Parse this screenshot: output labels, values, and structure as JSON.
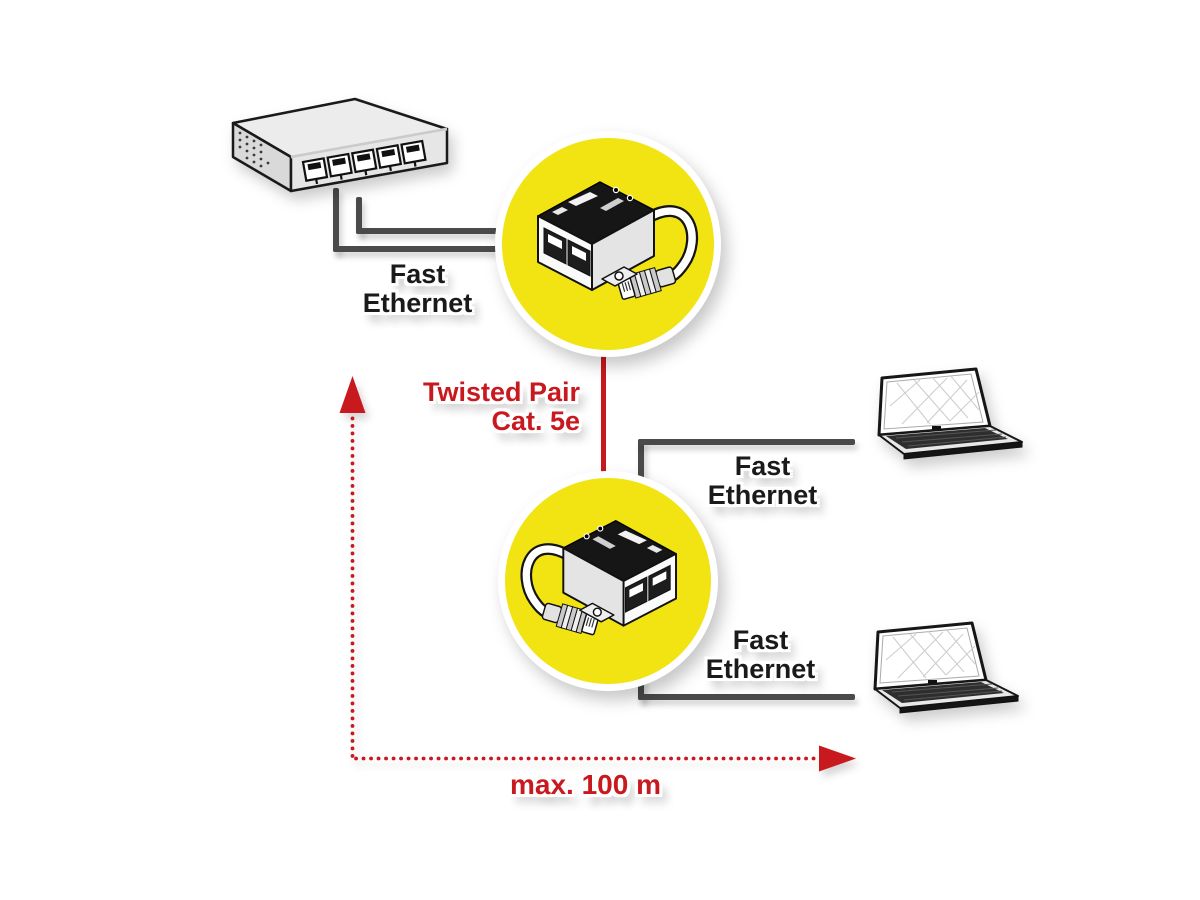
{
  "labels": {
    "switch_link": {
      "line1": "Fast",
      "line2": "Ethernet"
    },
    "laptop_top_link": {
      "line1": "Fast",
      "line2": "Ethernet"
    },
    "laptop_bottom_link": {
      "line1": "Fast",
      "line2": "Ethernet"
    },
    "trunk_cable": {
      "line1": "Twisted Pair",
      "line2": "Cat. 5e"
    },
    "distance": "max. 100 m"
  },
  "colors": {
    "accent_red": "#C8191E",
    "highlight_yellow": "#F2E313",
    "cable_gray": "#4A4A4A"
  },
  "icons": {
    "switch": "ethernet-switch-icon",
    "splitter_top": "rj45-splitter-adapter-icon",
    "splitter_bottom": "rj45-splitter-adapter-icon",
    "laptop_top": "laptop-icon",
    "laptop_bottom": "laptop-icon",
    "distance_arrows": "distance-measure-arrows-icon"
  }
}
